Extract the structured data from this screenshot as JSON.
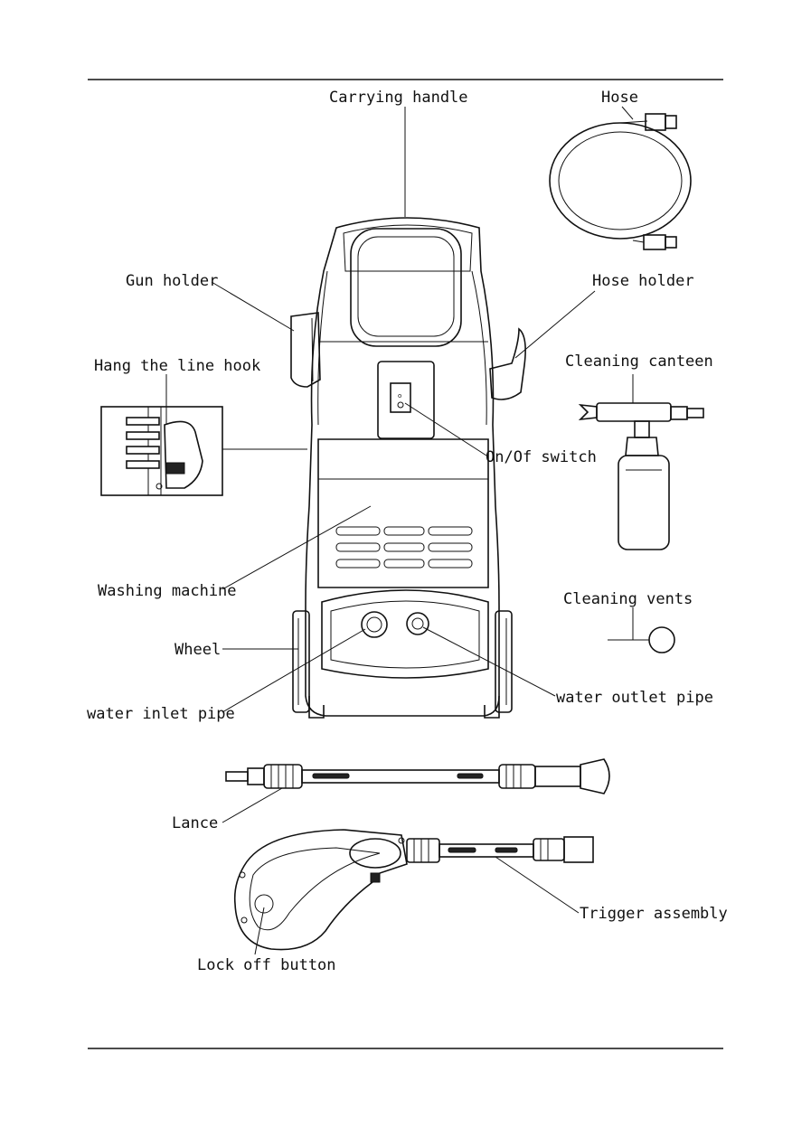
{
  "labels": {
    "carrying_handle": "Carrying handle",
    "hose": "Hose",
    "gun_holder": "Gun holder",
    "hose_holder": "Hose holder",
    "hang_line_hook": "Hang the line hook",
    "cleaning_canteen": "Cleaning canteen",
    "on_off_switch": "On/Of switch",
    "washing_machine": "Washing machine",
    "cleaning_vents": "Cleaning vents",
    "wheel": "Wheel",
    "water_inlet_pipe": "water inlet pipe",
    "water_outlet_pipe": "water outlet pipe",
    "lance": "Lance",
    "trigger_assembly": "Trigger assembly",
    "lock_off_button": "Lock off button"
  }
}
